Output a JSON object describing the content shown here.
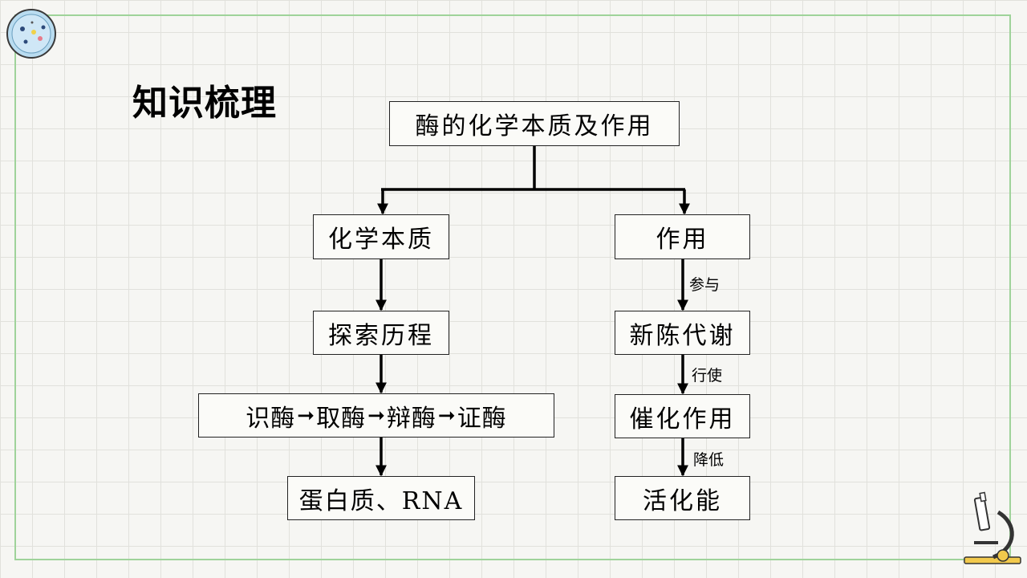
{
  "title": "知识梳理",
  "diagram": {
    "root": "酶的化学本质及作用",
    "left_branch": {
      "nature": "化学本质",
      "history": "探索历程",
      "steps": [
        "识酶",
        "取酶",
        "辩酶",
        "证酶"
      ],
      "result": "蛋白质、RNA"
    },
    "right_branch": {
      "function": "作用",
      "metabolism": "新陈代谢",
      "catalysis": "催化作用",
      "activation": "活化能",
      "edge_labels": [
        "参与",
        "行使",
        "降低"
      ]
    },
    "arrow_glyph": "➞"
  },
  "colors": {
    "frame_border": "#9fd39a",
    "grid_line": "#e1e1dc",
    "background": "#f6f6f3"
  }
}
